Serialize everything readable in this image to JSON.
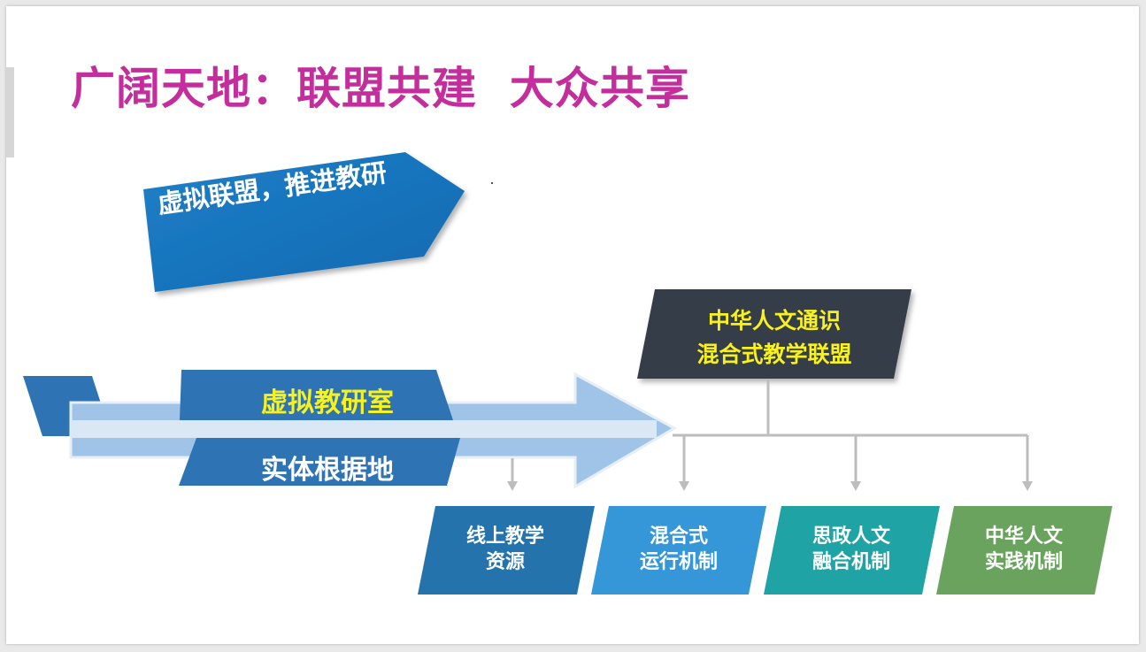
{
  "title": "广阔天地：联盟共建  大众共享",
  "banner": {
    "text": "虚拟联盟，推进教研"
  },
  "arrow": {
    "top_label": "虚拟教研室",
    "bottom_label": "实体根据地"
  },
  "alliance": {
    "line1": "中华人文通识",
    "line2": "混合式教学联盟"
  },
  "boxes": [
    {
      "line1": "线上教学",
      "line2": "资源",
      "color": "#2573ad"
    },
    {
      "line1": "混合式",
      "line2": "运行机制",
      "color": "#3596d8"
    },
    {
      "line1": "思政人文",
      "line2": "融合机制",
      "color": "#1fa3a5"
    },
    {
      "line1": "中华人文",
      "line2": "实践机制",
      "color": "#6aa35e"
    }
  ],
  "colors": {
    "title": "#c42e9c",
    "banner": "#1c78c0",
    "alliance_box": "#363d4a",
    "label_yellow": "#f7f11e",
    "connector": "#bdbdbd"
  }
}
